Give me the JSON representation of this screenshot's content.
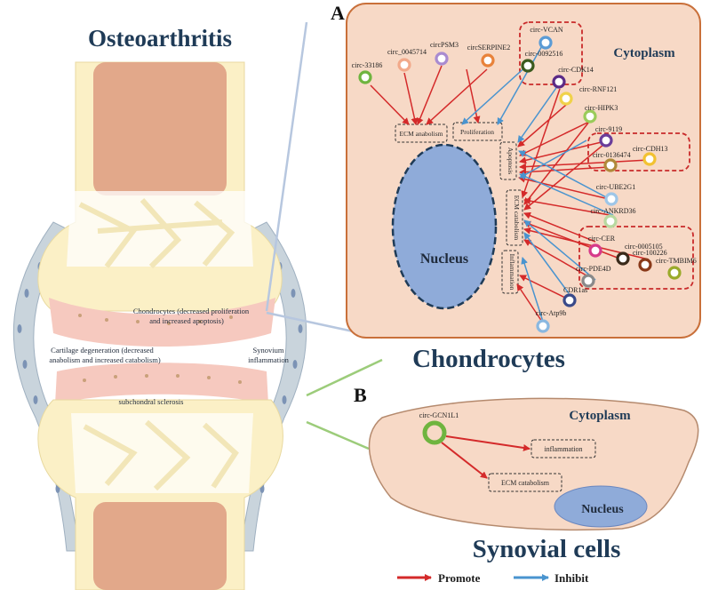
{
  "title_left": "Osteoarthritis",
  "joint_labels": {
    "chondrocytes_note_line1": "Chondrocytes (decreased proliferation",
    "chondrocytes_note_line2": "and increased apoptosis)",
    "cartilage_line1": "Cartilage degeneration (decreased",
    "cartilage_line2": "anabolism and increased catabolism)",
    "synovium_line1": "Synovium",
    "synovium_line2": "inflammation",
    "subchondral": "subchondral sclerosis"
  },
  "panel_a": {
    "letter": "A",
    "cytoplasm": "Cytoplasm",
    "nucleus": "Nucleus",
    "outcomes": {
      "ecm_anabolism": "ECM anabolism",
      "proliferation": "Proliferation",
      "apoptosis": "Apoptosis",
      "ecm_catabolism": "ECM catabolism",
      "inflammation": "Inflammation"
    },
    "circrnas": [
      {
        "id": "c33186",
        "label": "circ-33186",
        "color": "#6fb43f"
      },
      {
        "id": "c0045714",
        "label": "circ_0045714",
        "color": "#f2a98a"
      },
      {
        "id": "cPSM3",
        "label": "circPSM3",
        "color": "#a98bd0"
      },
      {
        "id": "cSERPINE2",
        "label": "circSERPINE2",
        "color": "#e8823a"
      },
      {
        "id": "cVCAN",
        "label": "circ-VCAN",
        "color": "#5b9bd5"
      },
      {
        "id": "c0092516",
        "label": "circ-0092516",
        "color": "#3a5a1e"
      },
      {
        "id": "cCDK14",
        "label": "circ-CDK14",
        "color": "#5b2a86"
      },
      {
        "id": "cRNF121",
        "label": "circ-RNF121",
        "color": "#f0d24a"
      },
      {
        "id": "cHIPK3",
        "label": "circ-HIPK3",
        "color": "#9acb5a"
      },
      {
        "id": "c9119",
        "label": "circ-9119",
        "color": "#6a3d9a"
      },
      {
        "id": "cCDH13",
        "label": "circ-CDH13",
        "color": "#f2c232"
      },
      {
        "id": "c0136474",
        "label": "circ-0136474",
        "color": "#b08a3a"
      },
      {
        "id": "cUBE2G1",
        "label": "circ-UBE2G1",
        "color": "#9ec6e8"
      },
      {
        "id": "cANKRD36",
        "label": "circ-ANKRD36",
        "color": "#b8d9a0"
      },
      {
        "id": "cCER",
        "label": "circ-CER",
        "color": "#d63a8a"
      },
      {
        "id": "c0005105",
        "label": "circ-0005105",
        "color": "#3a2a1a"
      },
      {
        "id": "c100226",
        "label": "circ-100226",
        "color": "#8a3a1a"
      },
      {
        "id": "cTMBIM6",
        "label": "circ-TMBIM6",
        "color": "#9aaa2a"
      },
      {
        "id": "cPDE4D",
        "label": "circ-PDE4D",
        "color": "#8a8a8a"
      },
      {
        "id": "CDR1as",
        "label": "CDR1as",
        "color": "#3a4a8a"
      },
      {
        "id": "cAtp9b",
        "label": "circ-Atp9b",
        "color": "#8ab8e0"
      }
    ]
  },
  "title_chondrocytes": "Chondrocytes",
  "panel_b": {
    "letter": "B",
    "cytoplasm": "Cytoplasm",
    "nucleus": "Nucleus",
    "circ_label": "circ-GCN1L1",
    "circ_color": "#6fb43f",
    "inflammation": "inflammation",
    "ecm_catabolism": "ECM catabolism"
  },
  "title_synovial": "Synovial cells",
  "legend": {
    "promote": "Promote",
    "inhibit": "Inhibit"
  },
  "colors": {
    "promote": "#d42a2a",
    "inhibit": "#4a94cf",
    "title": "#1f3b57",
    "cell_fill": "#f7d9c6",
    "nucleus": "#8fabd9"
  }
}
